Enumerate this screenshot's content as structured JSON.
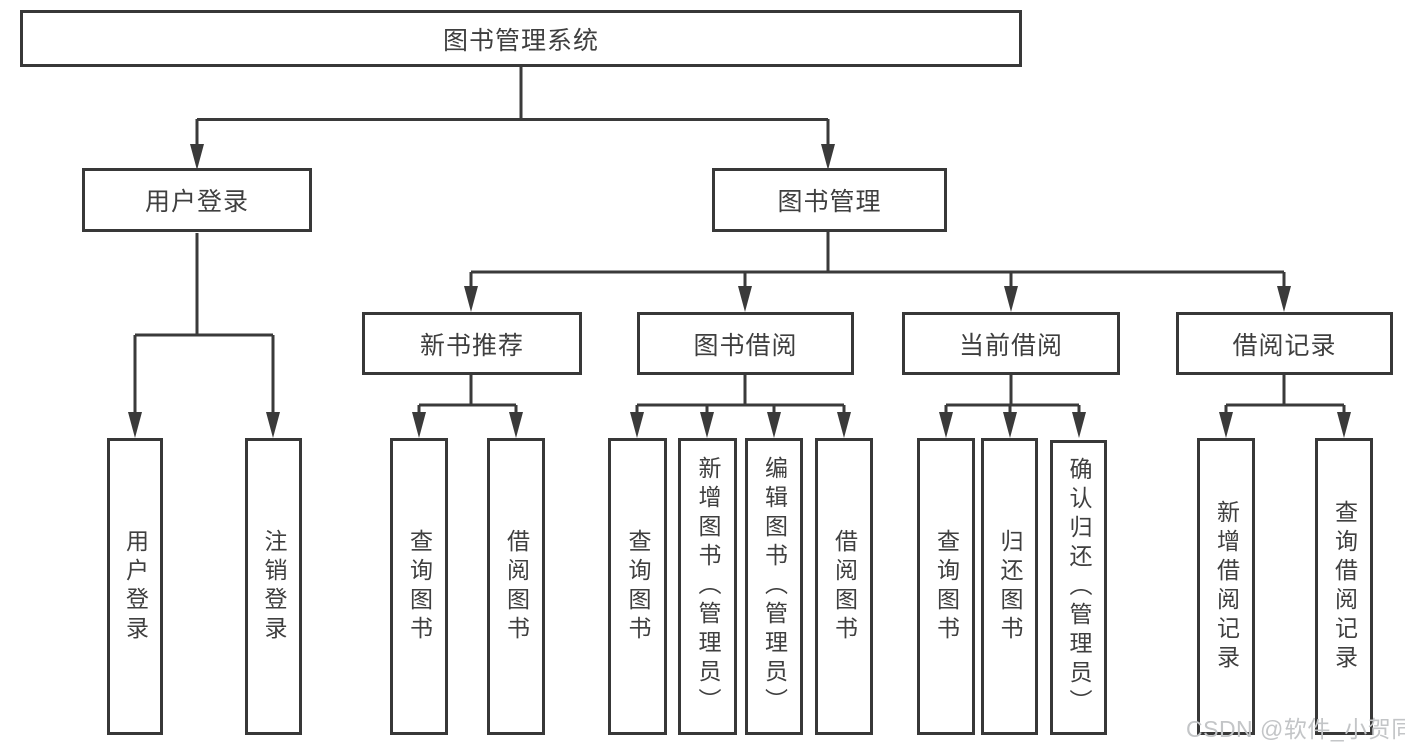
{
  "diagram": {
    "root": {
      "label": "图书管理系统"
    },
    "branches": [
      {
        "label": "用户登录",
        "children": [
          "用户登录",
          "注销登录"
        ]
      },
      {
        "label": "图书管理",
        "children": [
          {
            "label": "新书推荐",
            "children": [
              "查询图书",
              "借阅图书"
            ]
          },
          {
            "label": "图书借阅",
            "children": [
              "查询图书",
              "新增图书（管理员）",
              "编辑图书（管理员）",
              "借阅图书"
            ]
          },
          {
            "label": "当前借阅",
            "children": [
              "查询图书",
              "归还图书",
              "确认归还（管理员）"
            ]
          },
          {
            "label": "借阅记录",
            "children": [
              "新增借阅记录",
              "查询借阅记录"
            ]
          }
        ]
      }
    ]
  },
  "watermark": {
    "text": "CSDN @软件_小贺同学"
  },
  "colors": {
    "line": "#3a3a3a",
    "border": "#383838",
    "text": "#3f3f3f",
    "watermark_text": "#c3c5c7",
    "background": "#ffffff"
  }
}
